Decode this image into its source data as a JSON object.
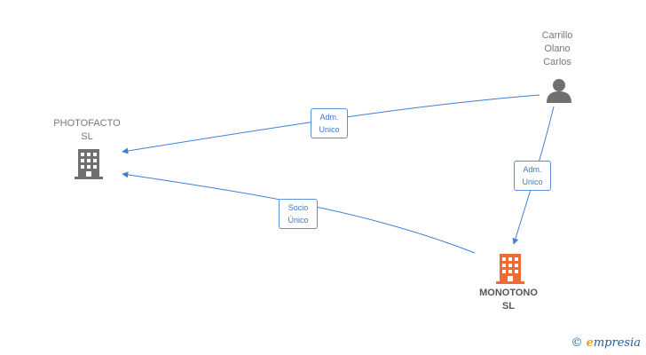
{
  "nodes": {
    "photofacto": {
      "line1": "PHOTOFACTO",
      "line2": "SL",
      "icon": "building-icon",
      "color": "#707070"
    },
    "monotono": {
      "line1": "MONOTONO",
      "line2": "SL",
      "icon": "building-icon",
      "color": "#f06a35"
    },
    "carrillo": {
      "line1": "Carrillo",
      "line2": "Olano",
      "line3": "Carlos",
      "icon": "person-icon",
      "color": "#707070"
    }
  },
  "edges": {
    "carrillo_photofacto": {
      "line1": "Adm.",
      "line2": "Unico"
    },
    "carrillo_monotono": {
      "line1": "Adm.",
      "line2": "Unico"
    },
    "monotono_photofacto": {
      "line1": "Socio",
      "line2": "Único"
    }
  },
  "colors": {
    "edge": "#3f7fd6"
  },
  "watermark": {
    "symbol": "©",
    "brand_initial": "e",
    "brand_rest": "mpresia"
  }
}
